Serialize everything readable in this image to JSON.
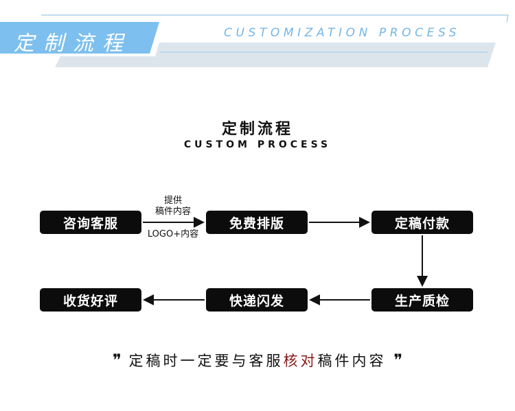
{
  "banner": {
    "title_zh": "定制流程",
    "title_en": "CUSTOMIZATION PROCESS",
    "colors": {
      "accent": "#7dbfee",
      "band": "#dde5ec",
      "line": "#9ac6e4"
    }
  },
  "heading": {
    "title_zh": "定制流程",
    "title_en": "CUSTOM PROCESS"
  },
  "steps": {
    "consult": "咨询客服",
    "layout": "免费排版",
    "payment": "定稿付款",
    "production": "生产质检",
    "shipping": "快递闪发",
    "receive": "收货好评"
  },
  "note": {
    "line1": "提供",
    "line2": "稿件内容",
    "line3": "LOGO+内容"
  },
  "footer": {
    "open_quote": "❞",
    "text_before": "定稿时一定要与客服",
    "highlight": "核对",
    "text_after": "稿件内容",
    "close_quote": "❞",
    "highlight_color": "#8b1a1a"
  }
}
